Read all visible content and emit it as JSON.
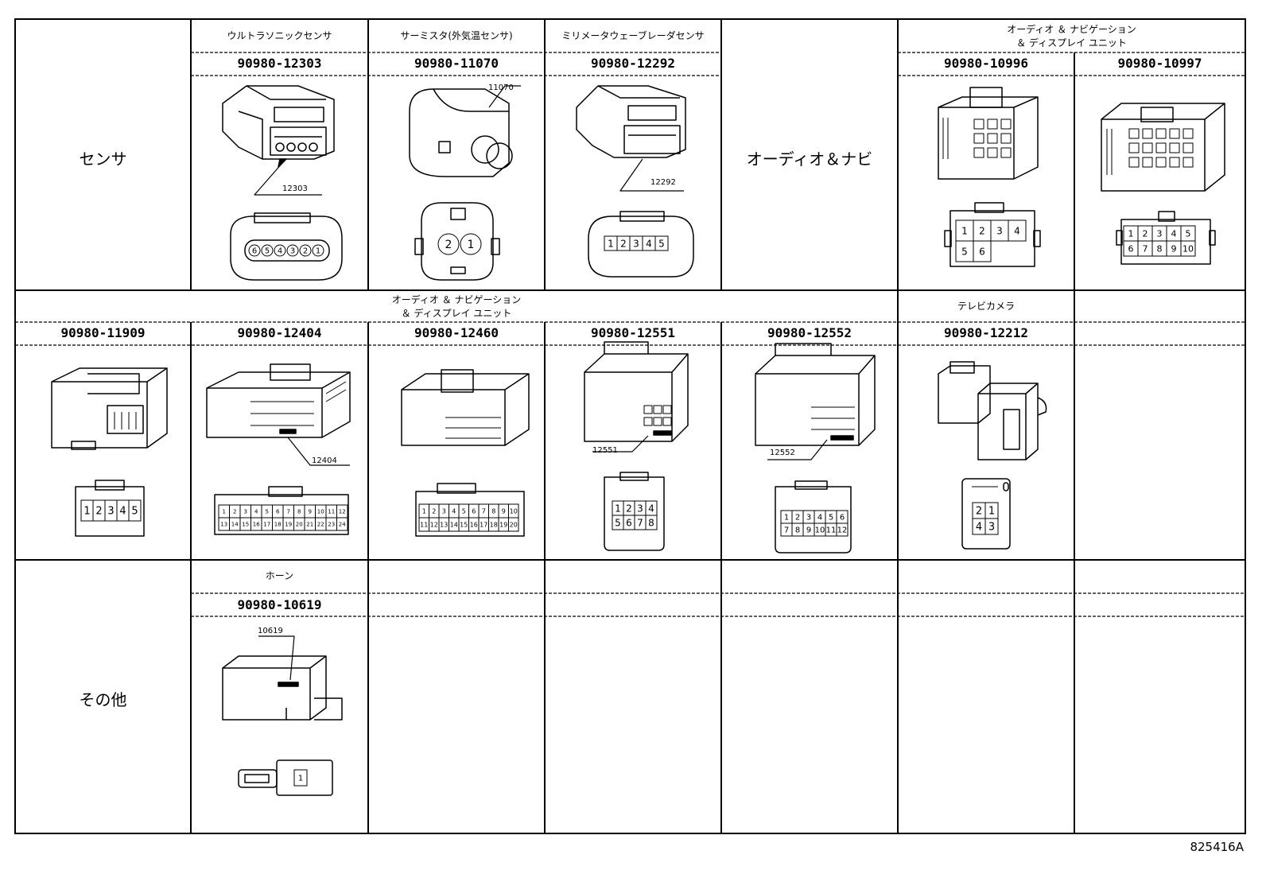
{
  "figure_code": "825416A",
  "categories": {
    "sensor": "センサ",
    "audio_navi": "オーディオ＆ナビ",
    "other": "その他"
  },
  "row1": {
    "ultrasonic": {
      "name": "ウルトラソニックセンサ",
      "part": "90980-12303",
      "callout": "12303"
    },
    "thermistor": {
      "name": "サーミスタ(外気温センサ)",
      "part": "90980-11070",
      "callout": "11070"
    },
    "millimeter": {
      "name": "ミリメータウェーブレーダセンサ",
      "part": "90980-12292",
      "callout": "12292"
    },
    "display_group": {
      "name_line1": "オーディオ ＆ ナビゲーション",
      "name_line2": "＆ ディスプレイ ユニット"
    },
    "p10996": {
      "part": "90980-10996"
    },
    "p10997": {
      "part": "90980-10997"
    }
  },
  "row2": {
    "group_line1": "オーディオ ＆ ナビゲーション",
    "group_line2": "＆ ディスプレイ ユニット",
    "camera": "テレビカメラ",
    "parts": [
      "90980-11909",
      "90980-12404",
      "90980-12460",
      "90980-12551",
      "90980-12552",
      "90980-12212"
    ],
    "callouts": {
      "c12404": "12404",
      "c12551": "12551",
      "c12552": "12552"
    }
  },
  "row3": {
    "horn": {
      "name": "ホーン",
      "part": "90980-10619",
      "callout": "10619"
    }
  },
  "pins": {
    "ultrasonic": [
      "6",
      "5",
      "4",
      "3",
      "2",
      "1"
    ],
    "thermistor": [
      "2",
      "1"
    ],
    "millimeter": [
      "1",
      "2",
      "3",
      "4",
      "5"
    ],
    "p10996": [
      "1",
      "2",
      "3",
      "4",
      "5",
      "6"
    ],
    "p10997": [
      "1",
      "2",
      "3",
      "4",
      "5",
      "6",
      "7",
      "8",
      "9",
      "10"
    ],
    "p11909": [
      "1",
      "2",
      "3",
      "4",
      "5"
    ],
    "p12404": [
      "1",
      "2",
      "3",
      "4",
      "5",
      "6",
      "7",
      "8",
      "9",
      "10",
      "11",
      "12",
      "13",
      "14",
      "15",
      "16",
      "17",
      "18",
      "19",
      "20",
      "21",
      "22",
      "23",
      "24"
    ],
    "p12460": [
      "1",
      "2",
      "3",
      "4",
      "5",
      "6",
      "7",
      "8",
      "9",
      "10",
      "11",
      "12",
      "13",
      "14",
      "15",
      "16",
      "17",
      "18",
      "19",
      "20"
    ],
    "p12551": [
      "1",
      "2",
      "3",
      "4",
      "5",
      "6",
      "7",
      "8"
    ],
    "p12552": [
      "1",
      "2",
      "3",
      "4",
      "5",
      "6",
      "7",
      "8",
      "9",
      "10",
      "11",
      "12"
    ],
    "p12212": [
      "2",
      "1",
      "4",
      "3"
    ],
    "horn": [
      "1"
    ]
  }
}
